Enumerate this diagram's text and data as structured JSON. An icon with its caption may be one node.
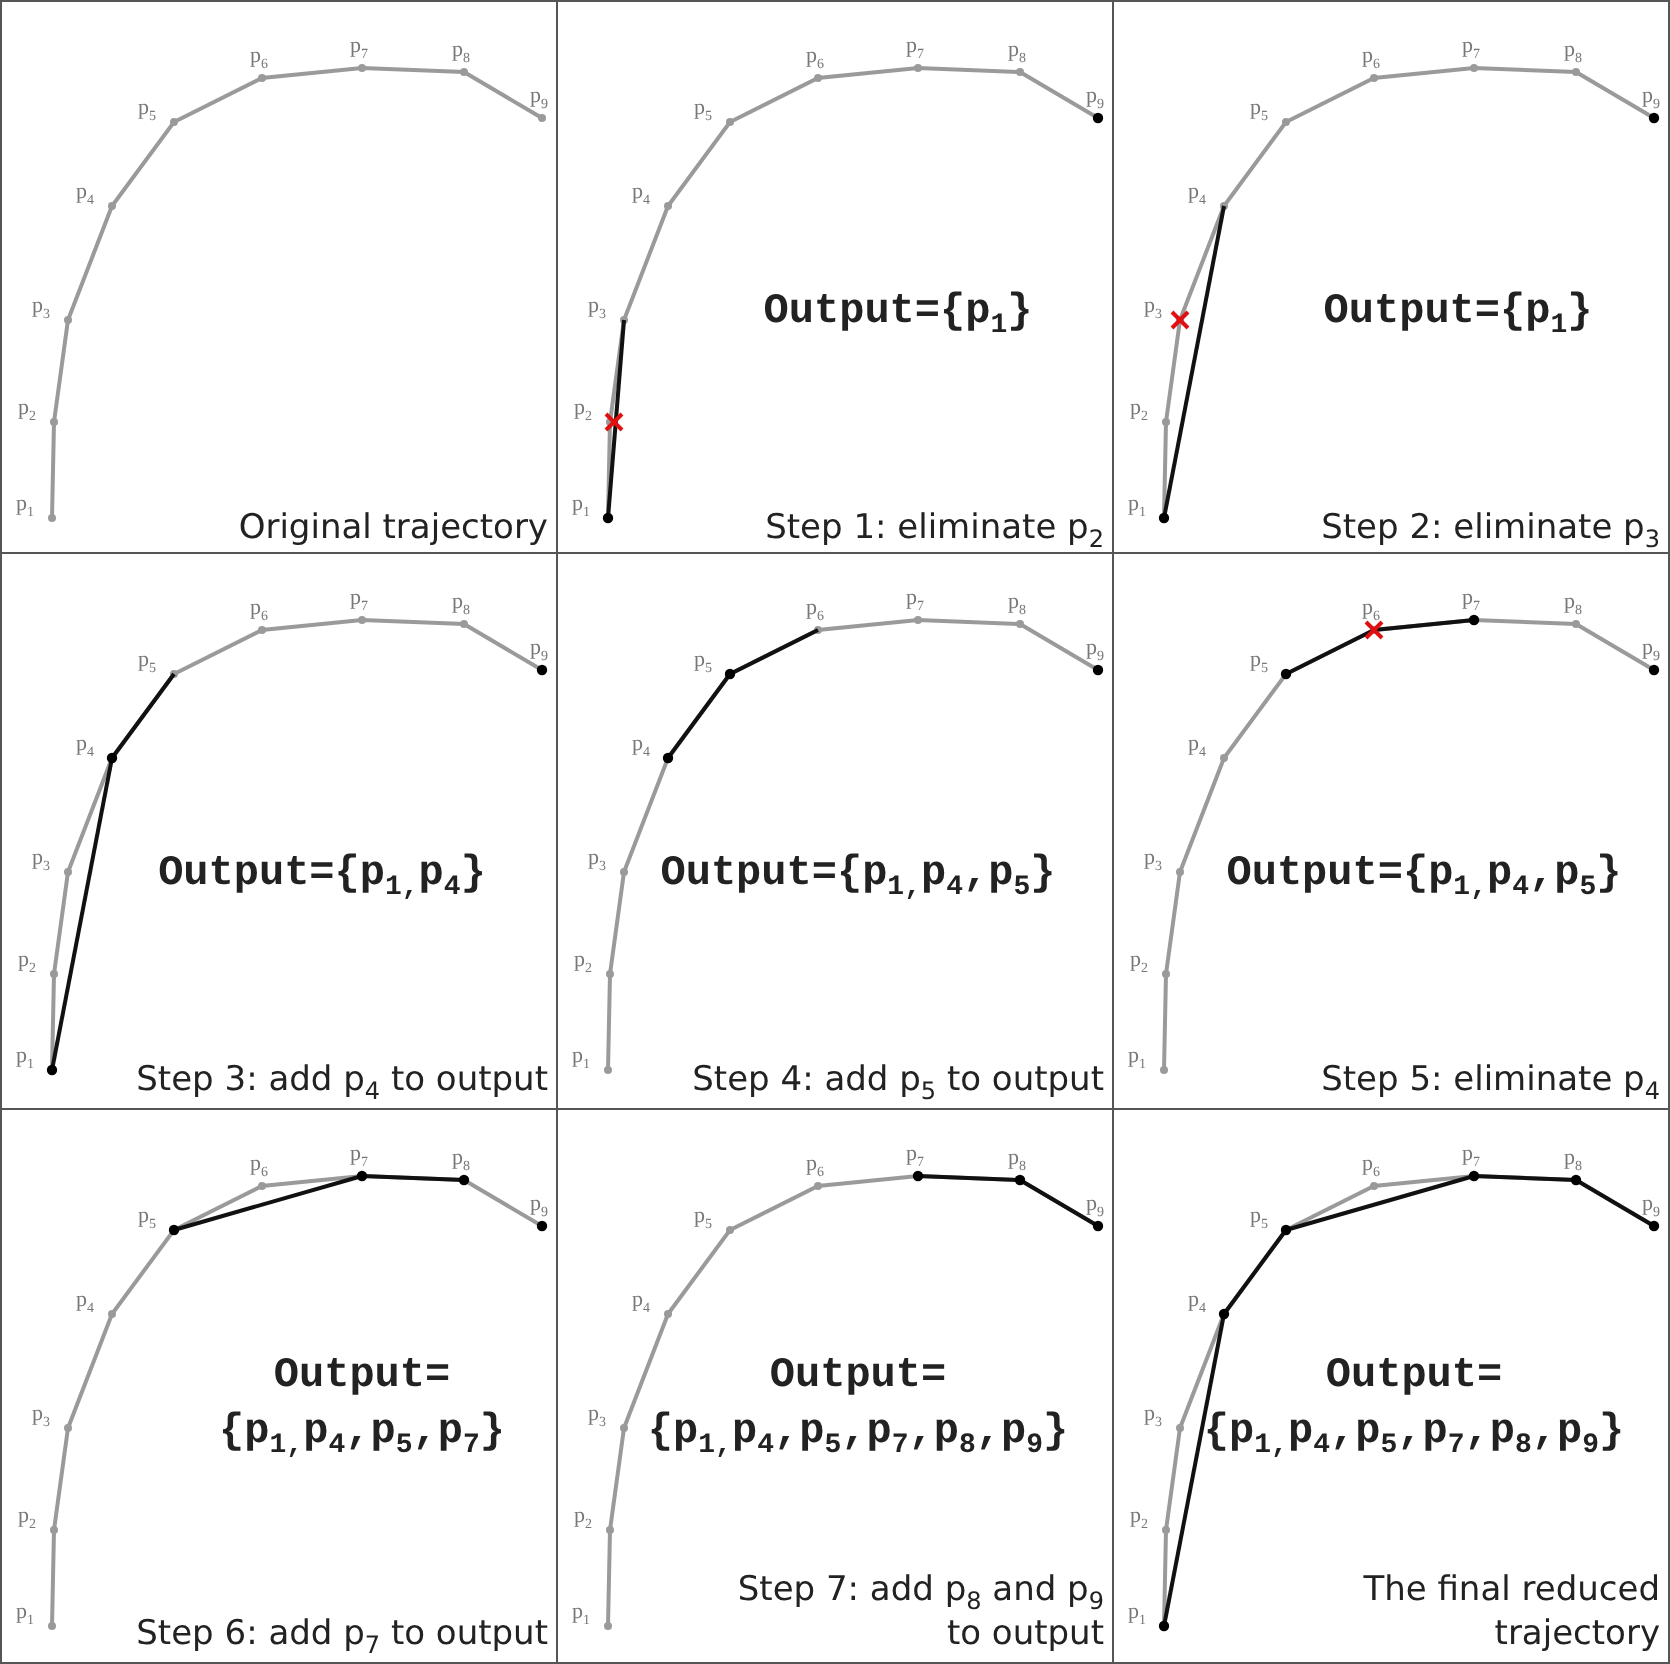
{
  "diagram": {
    "nodes": [
      {
        "text": [
          "Original trajectory"
        ]
      },
      {
        "text": [
          "Output={p$_{1}$}",
          "Step 1: eliminate p$_{2}$"
        ]
      },
      {
        "text": [
          "Output={p$_{1}$}",
          "Step 2: eliminate p$_{3}$"
        ]
      },
      {
        "text": [
          "Output={p$_{1,}$p$_{4}$}",
          "Step 3: add p$_{4}$ to output"
        ]
      },
      {
        "text": [
          "Output={p$_{1,}$p$_{4}$,p$_{5}$}",
          "Step 4: add p$_{5}$ to output"
        ]
      },
      {
        "text": [
          "Output={p$_{1,}$p$_{4}$,p$_{5}$}",
          "Step 5: eliminate p$_{4}$"
        ]
      },
      {
        "text": [
          "Output= {p$_{1,}$p$_{4}$,p$_{5}$,p$_{7}$}",
          "Step 6: add p$_{7}$ to output"
        ]
      },
      {
        "text": [
          "Output= {p$_{1,}$p$_{4}$,p$_{5}$,p$_{7}$,p$_{8}$,p$_{9}$}",
          "Step 7: add p$_{8}$ and p$_{9}$ to output"
        ]
      },
      {
        "text": [
          "Output= {p$_{1,}$p$_{4}$,p$_{5}$,p$_{7}$,p$_{8}$,p$_{9}$}",
          "The final reduced trajectory"
        ]
      }
    ],
    "labels": [
      "p$_{1}$",
      "p$_{2}$",
      "p$_{3}$",
      "p$_{4}$",
      "p$_{5}$",
      "p$_{6}$",
      "p$_{7}$",
      "p$_{8}$",
      "p$_{9}$",
      "p$_{1}$",
      "p$_{2}$",
      "p$_{3}$",
      "p$_{4}$",
      "p$_{5}$",
      "p$_{6}$",
      "p$_{7}$",
      "p$_{8}$",
      "p$_{9}$",
      "p$_{1}$",
      "p$_{2}$",
      "p$_{3}$",
      "p$_{4}$",
      "p$_{5}$",
      "p$_{6}$",
      "p$_{7}$",
      "p$_{8}$",
      "p$_{9}$",
      "p$_{1}$",
      "p$_{2}$",
      "p$_{3}$",
      "p$_{4}$",
      "p$_{5}$",
      "p$_{6}$",
      "p$_{7}$",
      "p$_{8}$",
      "p$_{9}$",
      "p$_{1}$",
      "p$_{2}$",
      "p$_{3}$",
      "p$_{4}$",
      "p$_{5}$",
      "p$_{6}$",
      "p$_{7}$",
      "p$_{8}$",
      "p$_{9}$",
      "p$_{1}$",
      "p$_{2}$",
      "p$_{3}$",
      "p$_{4}$",
      "p$_{5}$",
      "p$_{6}$",
      "p$_{7}$",
      "p$_{8}$",
      "p$_{9}$",
      "p$_{1}$",
      "p$_{2}$",
      "p$_{3}$",
      "p$_{4}$",
      "p$_{5}$",
      "p$_{6}$",
      "p$_{7}$",
      "p$_{8}$",
      "p$_{9}$",
      "p$_{1}$",
      "p$_{2}$",
      "p$_{3}$",
      "p$_{4}$",
      "p$_{5}$",
      "p$_{6}$",
      "p$_{7}$",
      "p$_{8}$",
      "p$_{9}$",
      "p$_{1}$",
      "p$_{2}$",
      "p$_{3}$",
      "p$_{4}$",
      "p$_{5}$",
      "p$_{6}$",
      "p$_{7}$",
      "p$_{8}$",
      "p$_{9}$"
    ]
  }
}
